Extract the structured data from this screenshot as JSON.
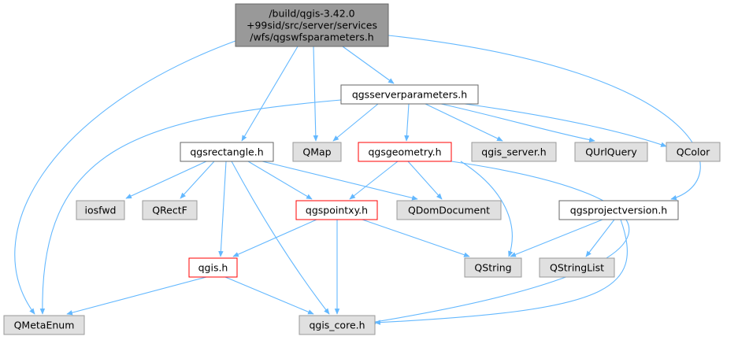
{
  "colors": {
    "edge": "#63b8ff",
    "root_fill": "#999999",
    "root_stroke": "#666666",
    "normal_fill": "#ffffff",
    "normal_stroke": "#666666",
    "external_fill": "#e0e0e0",
    "external_stroke": "#999999",
    "truncated_stroke": "#ff0000"
  },
  "diagram": {
    "nodes": [
      {
        "id": "root",
        "kind": "root",
        "lines": [
          "/build/qgis-3.42.0",
          "+99sid/src/server/services",
          "/wfs/qgswfsparameters.h"
        ]
      },
      {
        "id": "serverparams",
        "kind": "normal",
        "lines": [
          "qgsserverparameters.h"
        ]
      },
      {
        "id": "rectangle",
        "kind": "normal",
        "lines": [
          "qgsrectangle.h"
        ]
      },
      {
        "id": "qmap",
        "kind": "external",
        "lines": [
          "QMap"
        ]
      },
      {
        "id": "geometry",
        "kind": "truncated",
        "lines": [
          "qgsgeometry.h"
        ]
      },
      {
        "id": "qgis_server",
        "kind": "external",
        "lines": [
          "qgis_server.h"
        ]
      },
      {
        "id": "qurlquery",
        "kind": "external",
        "lines": [
          "QUrlQuery"
        ]
      },
      {
        "id": "qcolor",
        "kind": "external",
        "lines": [
          "QColor"
        ]
      },
      {
        "id": "iosfwd",
        "kind": "external",
        "lines": [
          "iosfwd"
        ]
      },
      {
        "id": "qrectf",
        "kind": "external",
        "lines": [
          "QRectF"
        ]
      },
      {
        "id": "pointxy",
        "kind": "truncated",
        "lines": [
          "qgspointxy.h"
        ]
      },
      {
        "id": "qdomdocument",
        "kind": "external",
        "lines": [
          "QDomDocument"
        ]
      },
      {
        "id": "projectversion",
        "kind": "normal",
        "lines": [
          "qgsprojectversion.h"
        ]
      },
      {
        "id": "qgis",
        "kind": "truncated",
        "lines": [
          "qgis.h"
        ]
      },
      {
        "id": "qstring",
        "kind": "external",
        "lines": [
          "QString"
        ]
      },
      {
        "id": "qstringlist",
        "kind": "external",
        "lines": [
          "QStringList"
        ]
      },
      {
        "id": "qmetaenum",
        "kind": "external",
        "lines": [
          "QMetaEnum"
        ]
      },
      {
        "id": "qgis_core",
        "kind": "external",
        "lines": [
          "qgis_core.h"
        ]
      }
    ],
    "edges": [
      {
        "from": "root",
        "to": "serverparams"
      },
      {
        "from": "root",
        "to": "rectangle"
      },
      {
        "from": "root",
        "to": "qmap"
      },
      {
        "from": "root",
        "to": "projectversion"
      },
      {
        "from": "root",
        "to": "qmetaenum"
      },
      {
        "from": "serverparams",
        "to": "qmap"
      },
      {
        "from": "serverparams",
        "to": "geometry"
      },
      {
        "from": "serverparams",
        "to": "qgis_server"
      },
      {
        "from": "serverparams",
        "to": "qurlquery"
      },
      {
        "from": "serverparams",
        "to": "qcolor"
      },
      {
        "from": "serverparams",
        "to": "qmetaenum"
      },
      {
        "from": "rectangle",
        "to": "iosfwd"
      },
      {
        "from": "rectangle",
        "to": "qrectf"
      },
      {
        "from": "rectangle",
        "to": "pointxy"
      },
      {
        "from": "rectangle",
        "to": "qdomdocument"
      },
      {
        "from": "rectangle",
        "to": "qgis"
      },
      {
        "from": "rectangle",
        "to": "qgis_core"
      },
      {
        "from": "geometry",
        "to": "pointxy"
      },
      {
        "from": "geometry",
        "to": "qdomdocument"
      },
      {
        "from": "geometry",
        "to": "qstring"
      },
      {
        "from": "geometry",
        "to": "qgis_core"
      },
      {
        "from": "pointxy",
        "to": "qgis"
      },
      {
        "from": "pointxy",
        "to": "qstring"
      },
      {
        "from": "pointxy",
        "to": "qgis_core"
      },
      {
        "from": "projectversion",
        "to": "qstring"
      },
      {
        "from": "projectversion",
        "to": "qstringlist"
      },
      {
        "from": "projectversion",
        "to": "qgis_core"
      },
      {
        "from": "qgis",
        "to": "qmetaenum"
      },
      {
        "from": "qgis",
        "to": "qgis_core"
      }
    ]
  }
}
